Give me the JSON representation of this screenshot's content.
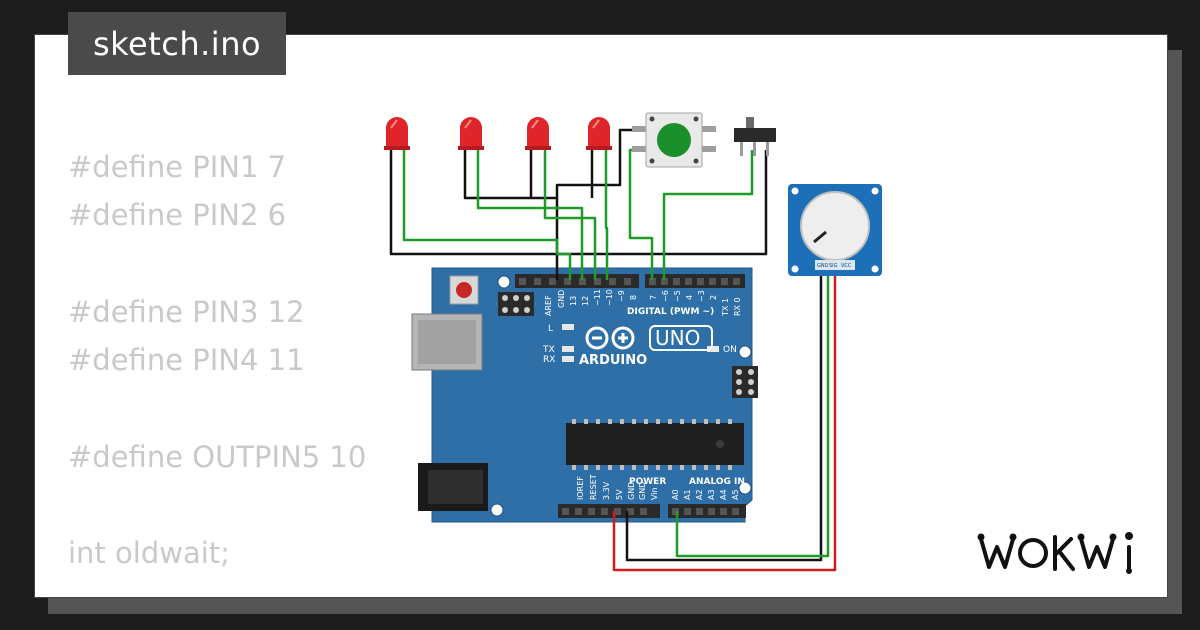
{
  "sketch": {
    "filename": "sketch.ino",
    "code_lines": [
      "#define PIN1 7",
      "#define PIN2 6",
      "",
      "#define PIN3 12",
      "#define PIN4 11",
      "",
      "#define OUTPIN5 10",
      "",
      "int oldwait;"
    ]
  },
  "board": {
    "brand": "ARDUINO",
    "model": "UNO",
    "header_digital": "DIGITAL (PWM ~)",
    "header_power": "POWER",
    "header_analog": "ANALOG IN",
    "aref_pins": [
      "AREF",
      "GND",
      "13",
      "12",
      "~11",
      "~10",
      "~9",
      "8"
    ],
    "digital_pins": [
      "7",
      "~6",
      "~5",
      "4",
      "~3",
      "2",
      "TX 1",
      "RX 0"
    ],
    "power_pins": [
      "IOREF",
      "RESET",
      "3.3V",
      "5V",
      "GND",
      "GND",
      "Vin"
    ],
    "analog_pins": [
      "A0",
      "A1",
      "A2",
      "A3",
      "A4",
      "A5"
    ],
    "led_l": "L",
    "led_tx": "TX",
    "led_rx": "RX",
    "led_on": "ON"
  },
  "potentiometer": {
    "pin_labels": [
      "GND",
      "SIG",
      "VCC"
    ]
  },
  "brand_logo": "WOKWI",
  "colors": {
    "board": "#2f6fa7",
    "wire_green": "#1f9b2a",
    "wire_black": "#111111",
    "wire_red": "#d11a1a",
    "led_red": "#e0252a",
    "button_green": "#1a8f2a",
    "pot_blue": "#1d6fb8"
  }
}
